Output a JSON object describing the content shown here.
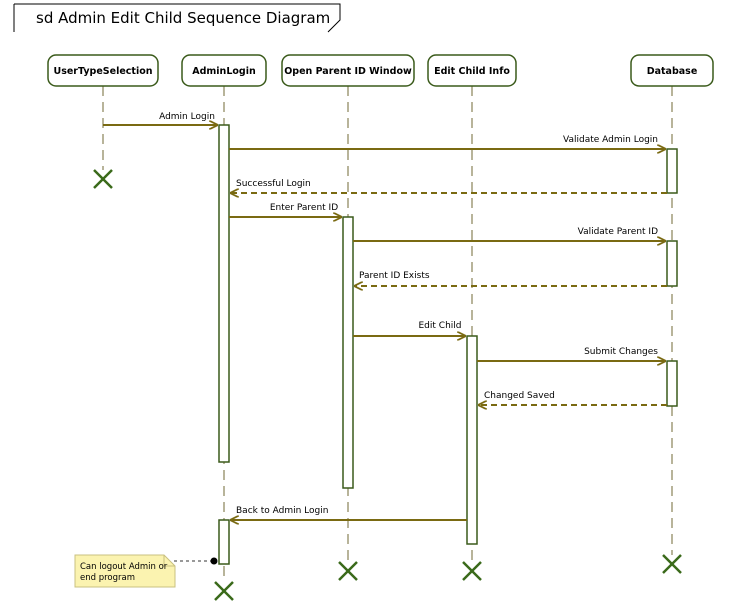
{
  "diagram": {
    "title": "sd Admin Edit Child Sequence Diagram",
    "colors": {
      "line": "#7a6a12",
      "activation_stroke": "#3a5a1a",
      "head_stroke": "#3a5a1a",
      "lifeline": "#b8b49a",
      "destroy": "#3a6a1a",
      "note_fill": "#fbf3b0",
      "note_stroke": "#c9c080"
    },
    "lifelines": [
      {
        "id": "user",
        "label": "UserTypeSelection"
      },
      {
        "id": "admin",
        "label": "AdminLogin"
      },
      {
        "id": "parent",
        "label": "Open Parent ID Window"
      },
      {
        "id": "child",
        "label": "Edit Child Info"
      },
      {
        "id": "db",
        "label": "Database"
      }
    ],
    "messages": [
      {
        "label": "Admin Login",
        "kind": "sync"
      },
      {
        "label": "Validate Admin Login",
        "kind": "sync"
      },
      {
        "label": "Successful Login",
        "kind": "return"
      },
      {
        "label": "Enter Parent ID",
        "kind": "sync"
      },
      {
        "label": "Validate Parent ID",
        "kind": "sync"
      },
      {
        "label": "Parent ID Exists",
        "kind": "return"
      },
      {
        "label": "Edit Child",
        "kind": "sync"
      },
      {
        "label": "Submit Changes",
        "kind": "sync"
      },
      {
        "label": "Changed Saved",
        "kind": "return"
      },
      {
        "label": "Back to Admin Login",
        "kind": "sync"
      }
    ],
    "note": {
      "line1": "Can logout Admin or",
      "line2": "end program"
    }
  }
}
